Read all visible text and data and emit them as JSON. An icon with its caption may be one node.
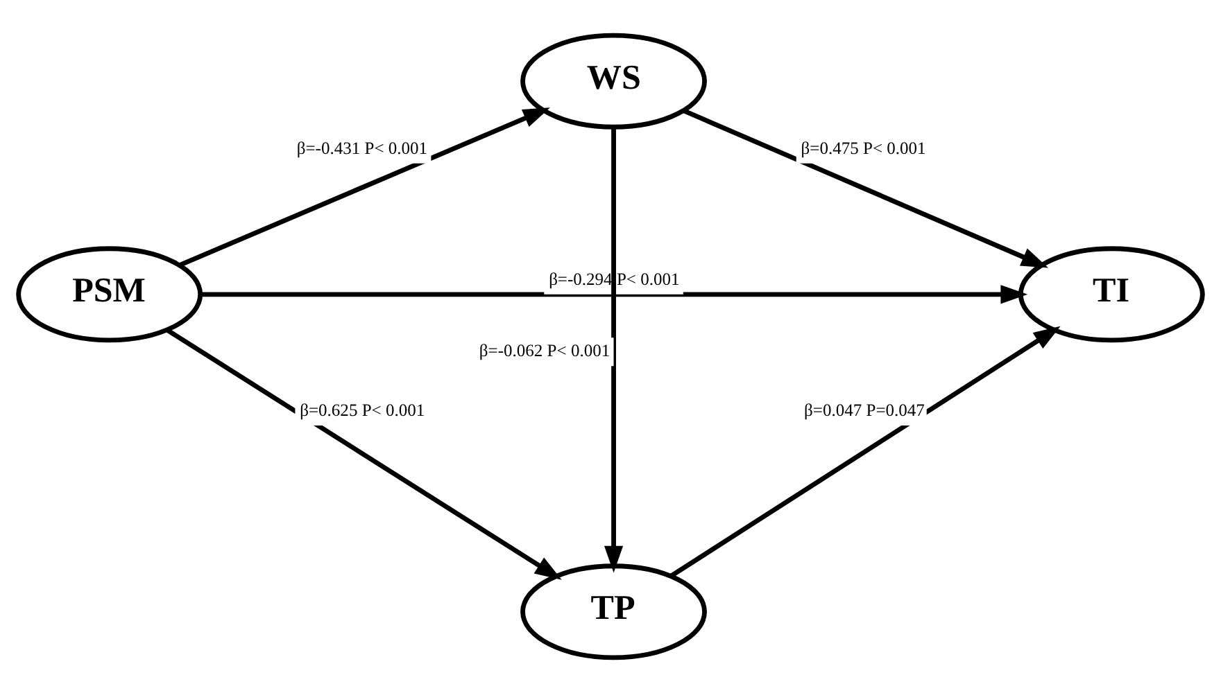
{
  "diagram": {
    "nodes": [
      {
        "text": [
          "PSM"
        ]
      },
      {
        "text": [
          "WS"
        ]
      },
      {
        "text": [
          "TI"
        ]
      },
      {
        "text": [
          "TP"
        ]
      }
    ],
    "edges": [
      {
        "from": 0,
        "to": 1,
        "arrow": "to",
        "label": "β=-0.431 P< 0.001"
      },
      {
        "from": 1,
        "to": 2,
        "arrow": "to",
        "label": "β=0.475 P< 0.001"
      },
      {
        "from": 0,
        "to": 2,
        "arrow": "to",
        "label": "β=-0.294 P< 0.001"
      },
      {
        "from": 1,
        "to": 3,
        "arrow": "to",
        "label": "β=-0.062 P< 0.001"
      },
      {
        "from": 0,
        "to": 3,
        "arrow": "to",
        "label": "β=0.625 P< 0.001"
      },
      {
        "from": 3,
        "to": 2,
        "arrow": "to",
        "label": "β=0.047 P=0.047"
      }
    ]
  }
}
